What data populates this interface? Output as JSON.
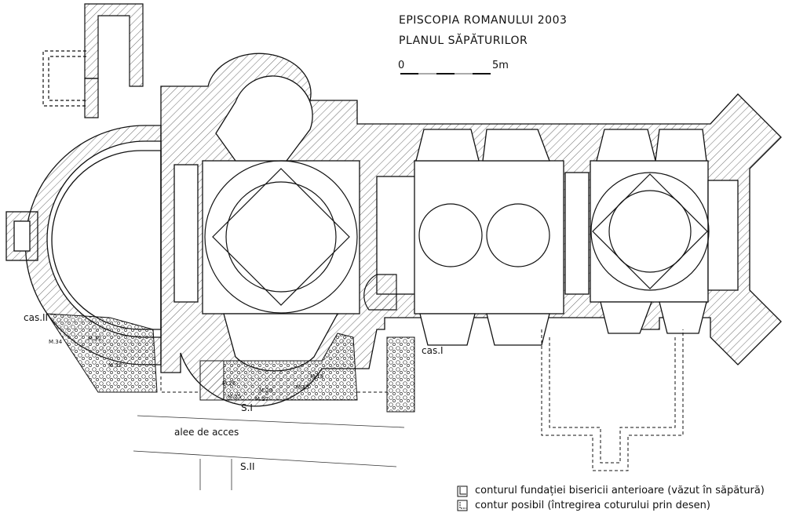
{
  "header": {
    "title": "EPISCOPIA ROMANULUI 2003",
    "subtitle": "PLANUL SĂPĂTURILOR"
  },
  "scale_bar": {
    "start": "0",
    "end": "5m"
  },
  "labels": {
    "cas_ii": "cas.II",
    "cas_i": "cas.I",
    "s_i": "S.I",
    "s_ii": "S.II",
    "alley": "alee de acces"
  },
  "markers": [
    "M.34",
    "M.33",
    "M.32",
    "M.26",
    "M.25",
    "M.27",
    "M.29",
    "M.15",
    "M.18"
  ],
  "legend": [
    {
      "label": "conturul fundației bisericii anterioare (văzut în săpătură)"
    },
    {
      "label": "contur posibil (întregirea coturului prin desen)"
    }
  ]
}
